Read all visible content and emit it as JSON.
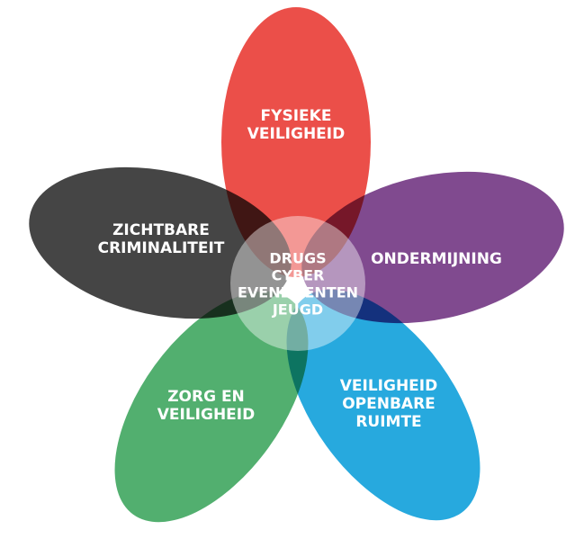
{
  "petals": [
    {
      "id": "fysieke-veiligheid",
      "lines": [
        "FYSIEKE",
        "VEILIGHEID"
      ],
      "color": "#e8322b"
    },
    {
      "id": "ondermijning",
      "lines": [
        "ONDERMIJNING"
      ],
      "color": "#6b2c7d"
    },
    {
      "id": "veiligheid-openbare-ruimte",
      "lines": [
        "VEILIGHEID",
        "OPENBARE",
        "RUIMTE"
      ],
      "color": "#039bd8"
    },
    {
      "id": "zorg-en-veiligheid",
      "lines": [
        "ZORG EN",
        "VEILIGHEID"
      ],
      "color": "#36a257"
    },
    {
      "id": "zichtbare-criminaliteit",
      "lines": [
        "ZICHTBARE",
        "CRIMINALITEIT"
      ],
      "color": "#262626"
    }
  ],
  "center": {
    "lines": [
      "DRUGS",
      "CYBER",
      "EVENEMENTEN",
      "JEUGD"
    ],
    "fill": "#ffffff"
  }
}
